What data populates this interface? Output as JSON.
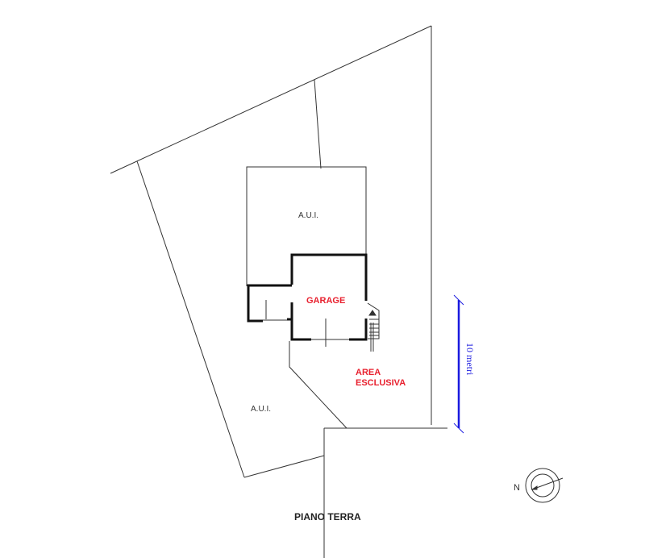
{
  "plan": {
    "title": "PIANO TERRA",
    "areas": {
      "aui_upper": "A.U.I.",
      "aui_lower": "A.U.I.",
      "garage": "GARAGE",
      "area_esclusiva_line1": "AREA",
      "area_esclusiva_line2": "ESCLUSIVA"
    },
    "scale_bar": {
      "label": "10 metri",
      "color": "#1a1adf"
    },
    "compass": {
      "north_label": "N"
    },
    "colors": {
      "highlight_label": "#e8212f",
      "lines": "#222222"
    }
  }
}
